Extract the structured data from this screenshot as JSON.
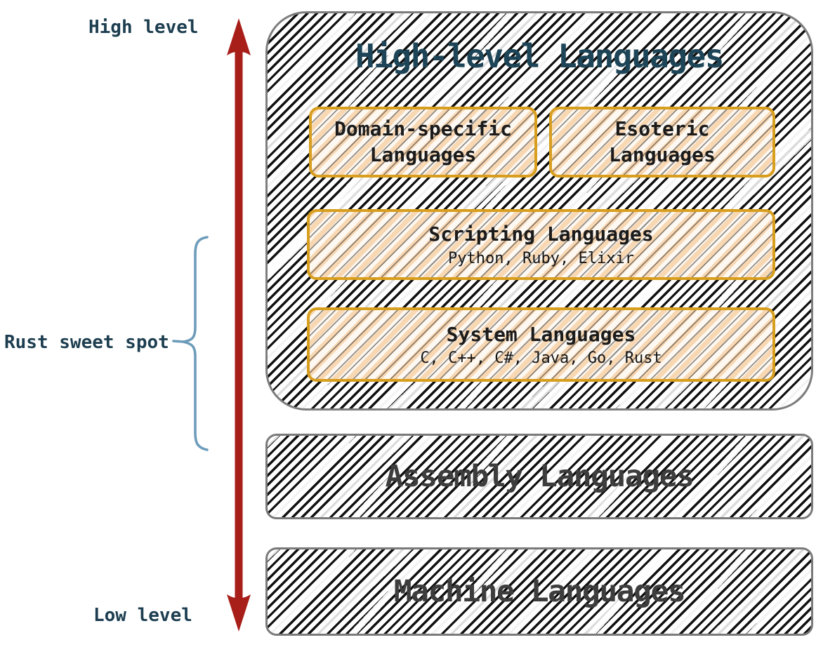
{
  "labels": {
    "high": "High level",
    "low": "Low level",
    "sweet_spot": "Rust sweet spot"
  },
  "groups": {
    "high_level": {
      "title": "High-level Languages",
      "domain_specific": {
        "title": "Domain-specific",
        "subtitle": "Languages"
      },
      "esoteric": {
        "title": "Esoteric",
        "subtitle": "Languages"
      },
      "scripting": {
        "title": "Scripting Languages",
        "examples": "Python, Ruby, Elixir"
      },
      "system": {
        "title": "System Languages",
        "examples": "C, C++, C#, Java, Go, Rust"
      }
    },
    "assembly": {
      "title": "Assembly Languages"
    },
    "machine": {
      "title": "Machine Languages"
    }
  },
  "colors": {
    "arrow_red": "#a81e19",
    "side_label_teal": "#1d3e50",
    "group_title_teal": "#1d4557",
    "inner_border_orange": "#d89e1e",
    "inner_fill_peach": "#f8d7b3",
    "outer_border_gray": "#7d7d7d",
    "low_title_gray": "#3d3d3d",
    "inner_text_black": "#1b1b1b",
    "brace_blue": "#6d9cba",
    "hatch_black": "#111111"
  },
  "icons": {
    "axis_arrow": "double-headed-vertical-arrow",
    "sweet_spot_brace": "left-curly-brace"
  }
}
